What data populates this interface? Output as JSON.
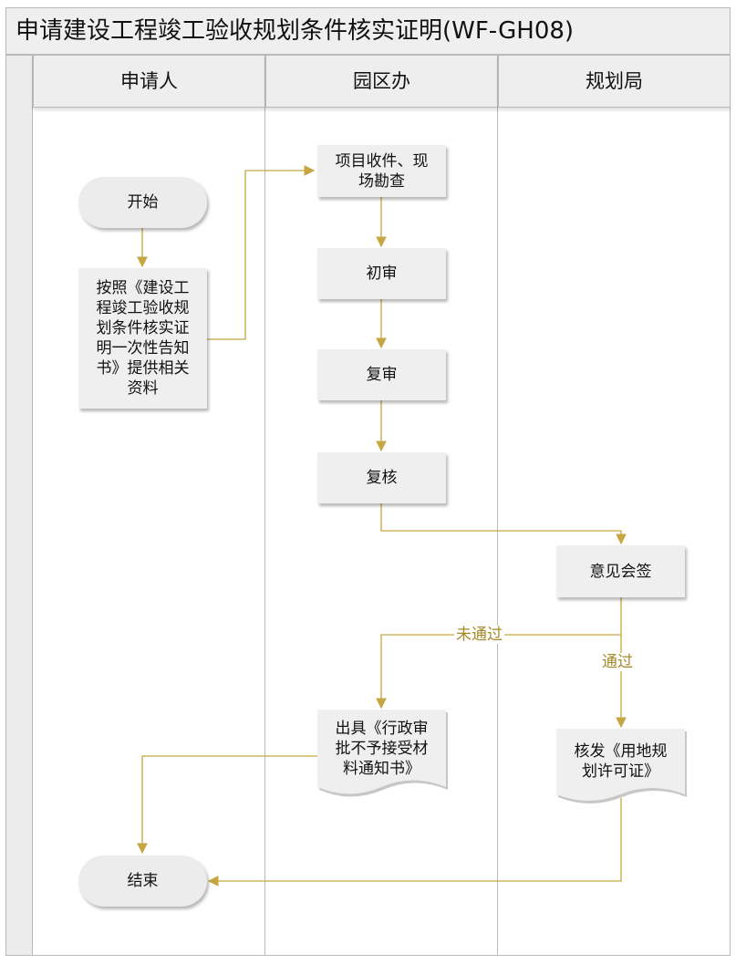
{
  "title": "申请建设工程竣工验收规划条件核实证明(WF-GH08)",
  "lanes": [
    {
      "label": "申请人"
    },
    {
      "label": "园区办"
    },
    {
      "label": "规划局"
    }
  ],
  "nodes": {
    "start": "开始",
    "submit": "按照《建设工\n程竣工验收规\n划条件核实证\n明一次性告知\n书》提供相关\n资料",
    "receive": "项目收件、现\n场勘查",
    "first_review": "初审",
    "second_review": "复审",
    "recheck": "复核",
    "countersign": "意见会签",
    "reject_notice": "出具《行政审\n批不予接受材\n料通知书》",
    "issue_permit": "核发《用地规\n划许可证》",
    "end": "结束"
  },
  "edge_labels": {
    "rejected": "未通过",
    "passed": "通过"
  },
  "colors": {
    "connector": "#c6a640",
    "node_fill": "#efefef",
    "border": "#b9b9b9"
  }
}
